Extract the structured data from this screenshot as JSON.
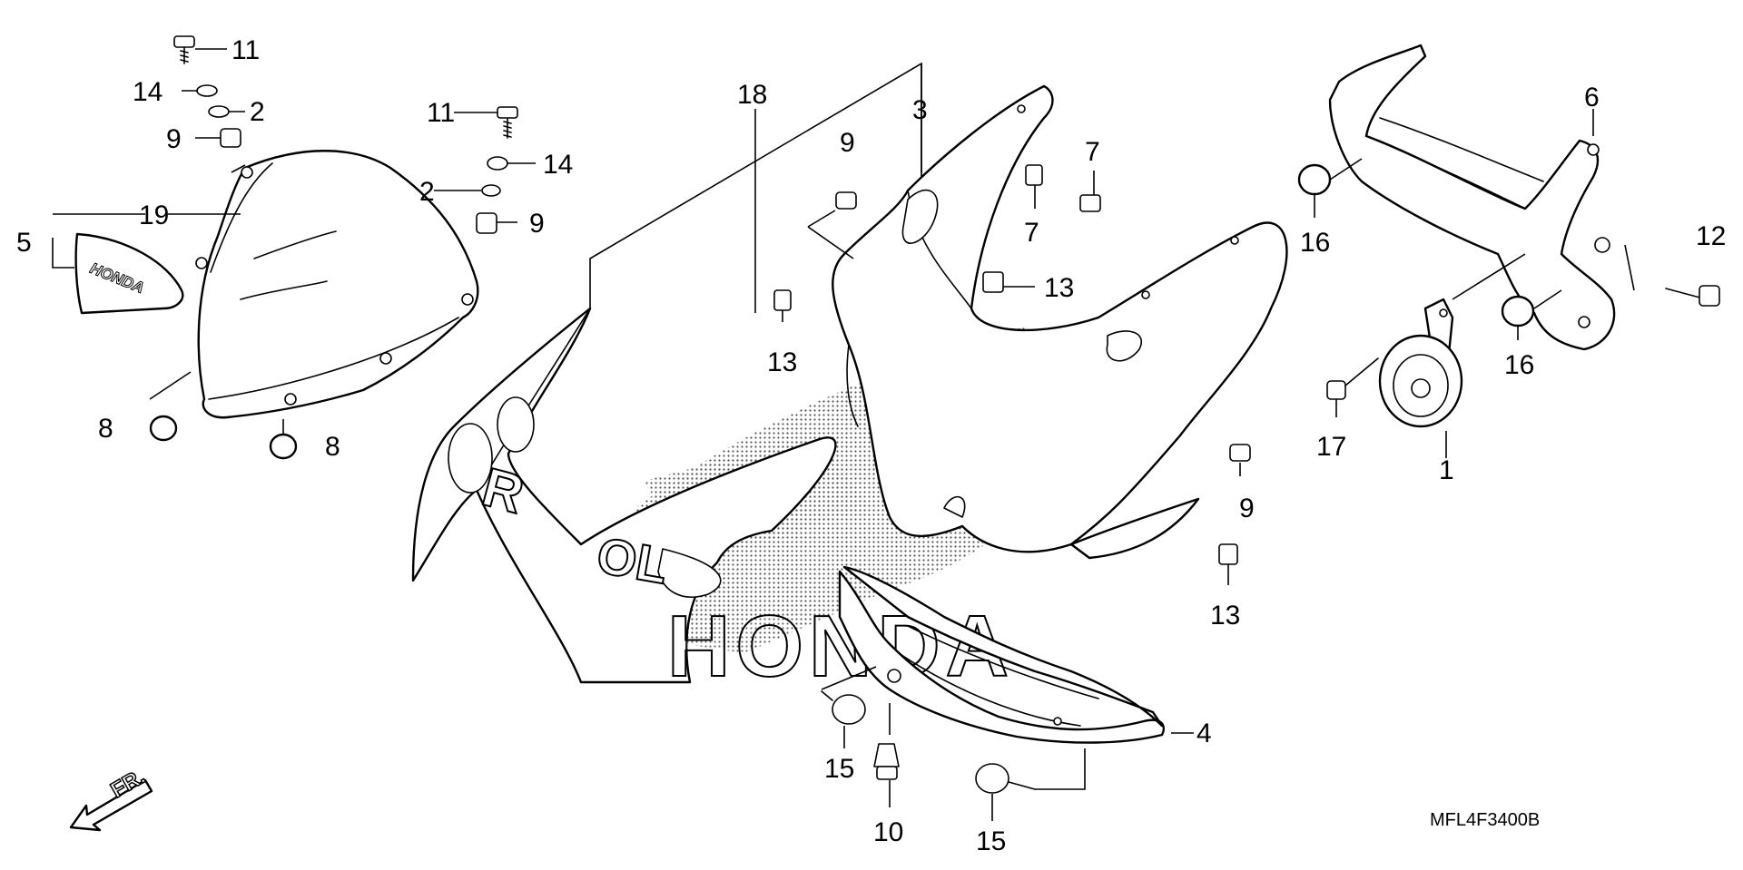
{
  "diagram": {
    "drawing_code": "MFL4F3400B",
    "direction_label": "FR.",
    "windscreen_brand": "HONDA",
    "cowl_letters": "R",
    "chin_letters": "OL",
    "ghost_logo": "HONDA",
    "callouts": {
      "c1": "1",
      "c2a": "2",
      "c2b": "2",
      "c3": "3",
      "c4": "4",
      "c5": "5",
      "c6": "6",
      "c7a": "7",
      "c7b": "7",
      "c8a": "8",
      "c8b": "8",
      "c9a": "9",
      "c9b": "9",
      "c9c": "9",
      "c9d": "9",
      "c10": "10",
      "c11a": "11",
      "c11b": "11",
      "c12": "12",
      "c13a": "13",
      "c13b": "13",
      "c13c": "13",
      "c14a": "14",
      "c14b": "14",
      "c15a": "15",
      "c15b": "15",
      "c16a": "16",
      "c16b": "16",
      "c17": "17",
      "c18": "18",
      "c19": "19"
    }
  }
}
